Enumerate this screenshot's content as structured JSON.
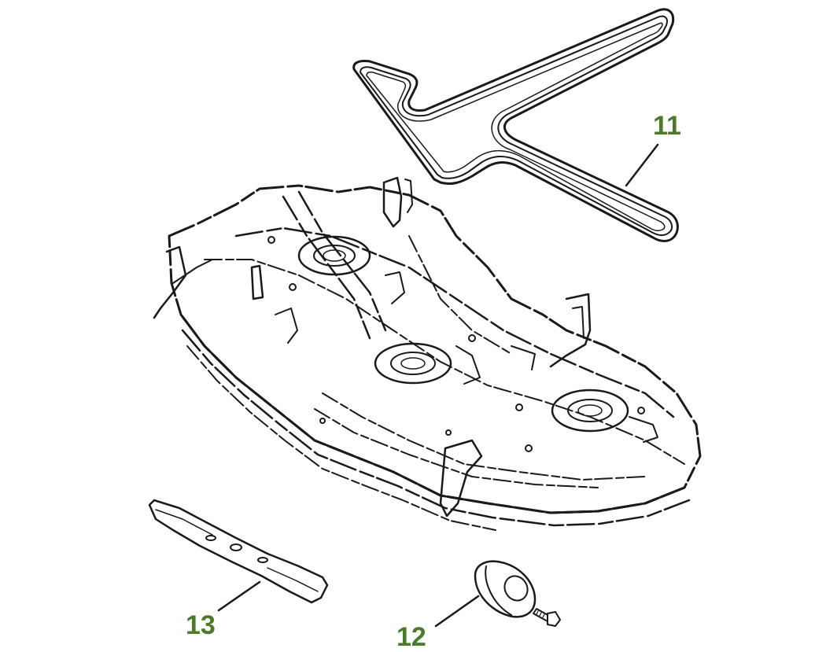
{
  "diagram": {
    "type": "exploded-parts-diagram",
    "callout_color": "#4a7a2a",
    "line_color": "#1a1a1a",
    "background": "#ffffff",
    "callouts": [
      {
        "id": "11",
        "label": "11",
        "part": "drive-belt"
      },
      {
        "id": "12",
        "label": "12",
        "part": "gauge-wheel"
      },
      {
        "id": "13",
        "label": "13",
        "part": "mower-blade"
      }
    ],
    "parts": [
      "drive-belt",
      "mower-deck",
      "mower-blade",
      "gauge-wheel",
      "wheel-bolt"
    ]
  }
}
